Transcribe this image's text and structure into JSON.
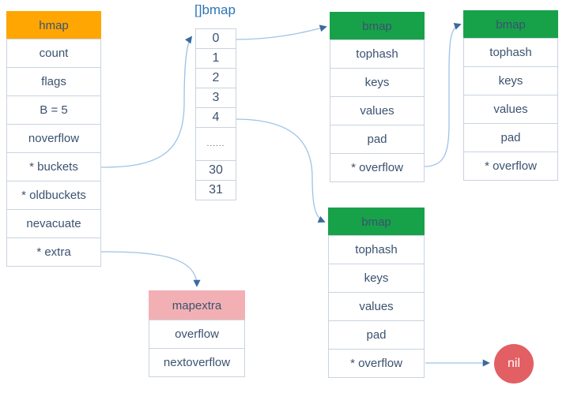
{
  "colors": {
    "orange": "#ffa602",
    "green": "#17a24a",
    "pink": "#f3b0b4",
    "red": "#e25f63",
    "navy": "#3b5270",
    "blue": "#2e75b6",
    "arrow": "#9dc3e6",
    "arrowhead": "#3a6b9e",
    "border": "#c9d3df",
    "bg": "#ffffff"
  },
  "diagram": {
    "array_title": "[]bmap",
    "hmap": {
      "header": "hmap",
      "rows": [
        "count",
        "flags",
        "B = 5",
        "noverflow",
        "* buckets",
        "* oldbuckets",
        "nevacuate",
        "* extra"
      ]
    },
    "bucket_array": {
      "cells": [
        "0",
        "1",
        "2",
        "3",
        "4",
        "......",
        "30",
        "31"
      ]
    },
    "bmap1": {
      "header": "bmap",
      "rows": [
        "tophash",
        "keys",
        "values",
        "pad",
        "* overflow"
      ]
    },
    "bmap2": {
      "header": "bmap",
      "rows": [
        "tophash",
        "keys",
        "values",
        "pad",
        "* overflow"
      ]
    },
    "bmap3": {
      "header": "bmap",
      "rows": [
        "tophash",
        "keys",
        "values",
        "pad",
        "* overflow"
      ]
    },
    "mapextra": {
      "header": "mapextra",
      "rows": [
        "overflow",
        "nextoverflow"
      ]
    },
    "nil_label": "nil"
  }
}
